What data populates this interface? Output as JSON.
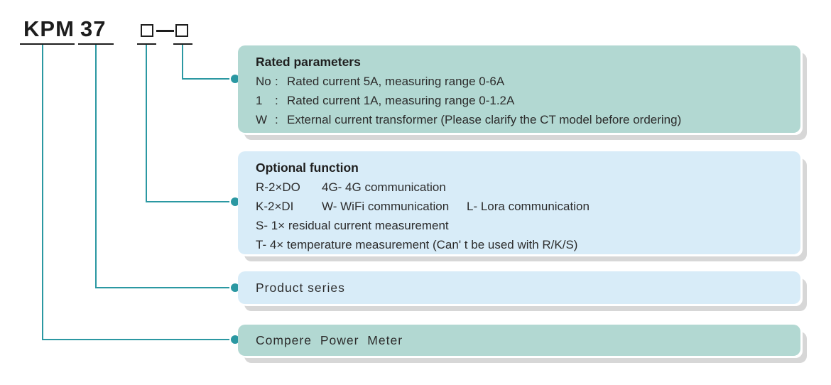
{
  "model_code": {
    "prefix": "KPM",
    "series_number": "37"
  },
  "colors": {
    "accent_teal": "#2b98a2",
    "teal_box_fill": "#b2d8d2",
    "blue_box_fill": "#d8ecf8",
    "shadow_gray": "#d7d7d7",
    "text": "#2c2c2c"
  },
  "rated_parameters": {
    "title": "Rated parameters",
    "rows": [
      {
        "key": "No",
        "sep": ":",
        "desc": "Rated current 5A, measuring range 0-6A"
      },
      {
        "key": "1",
        "sep": ":",
        "desc": "Rated current 1A, measuring range 0-1.2A"
      },
      {
        "key": "W",
        "sep": ":",
        "desc": "External current transformer  (Please clarify the CT model before ordering)"
      }
    ]
  },
  "optional_function": {
    "title": "Optional function",
    "rows": [
      {
        "cells": [
          "R-2×DO",
          "4G- 4G communication",
          ""
        ]
      },
      {
        "cells": [
          "K-2×DI",
          "W- WiFi communication",
          "L- Lora communication"
        ]
      },
      {
        "text": "S- 1× residual current measurement"
      },
      {
        "text": "T- 4× temperature measurement (Can' t be used with R/K/S)"
      }
    ]
  },
  "product_series": {
    "label": "Product series"
  },
  "meter_name": {
    "label": "Compere Power Meter"
  }
}
